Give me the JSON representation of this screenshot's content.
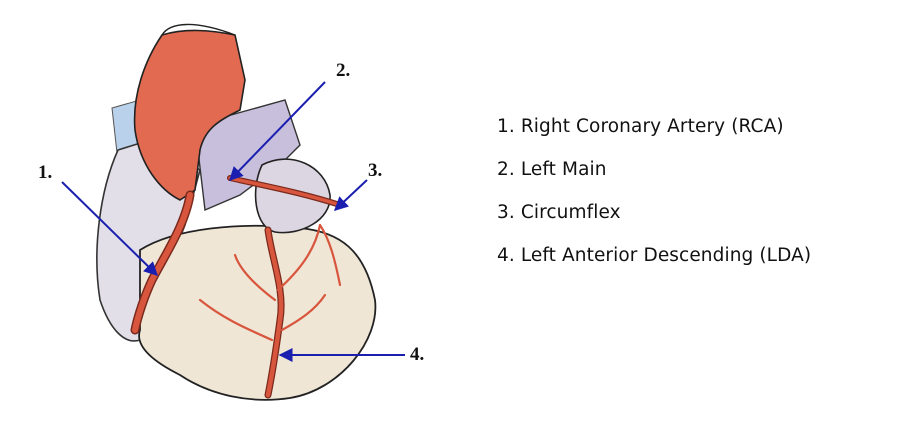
{
  "labels": [
    {
      "id": "1",
      "text": "1."
    },
    {
      "id": "2",
      "text": "2."
    },
    {
      "id": "3",
      "text": "3."
    },
    {
      "id": "4",
      "text": "4."
    }
  ],
  "legend": [
    "1.  Right Coronary Artery (RCA)",
    "2. Left Main",
    "3. Circumflex",
    "4. Left Anterior Descending (LDA)"
  ],
  "colors": {
    "aorta": "#e16a50",
    "artery": "#d9563e",
    "artery_outline": "#7a2a1c",
    "heart_fill": "#efe6d6",
    "right_side": "#e2dfe9",
    "pulmonary": "#c8bfdc",
    "vein_blue": "#b9d1ea",
    "arrow": "#1a1fb0"
  }
}
